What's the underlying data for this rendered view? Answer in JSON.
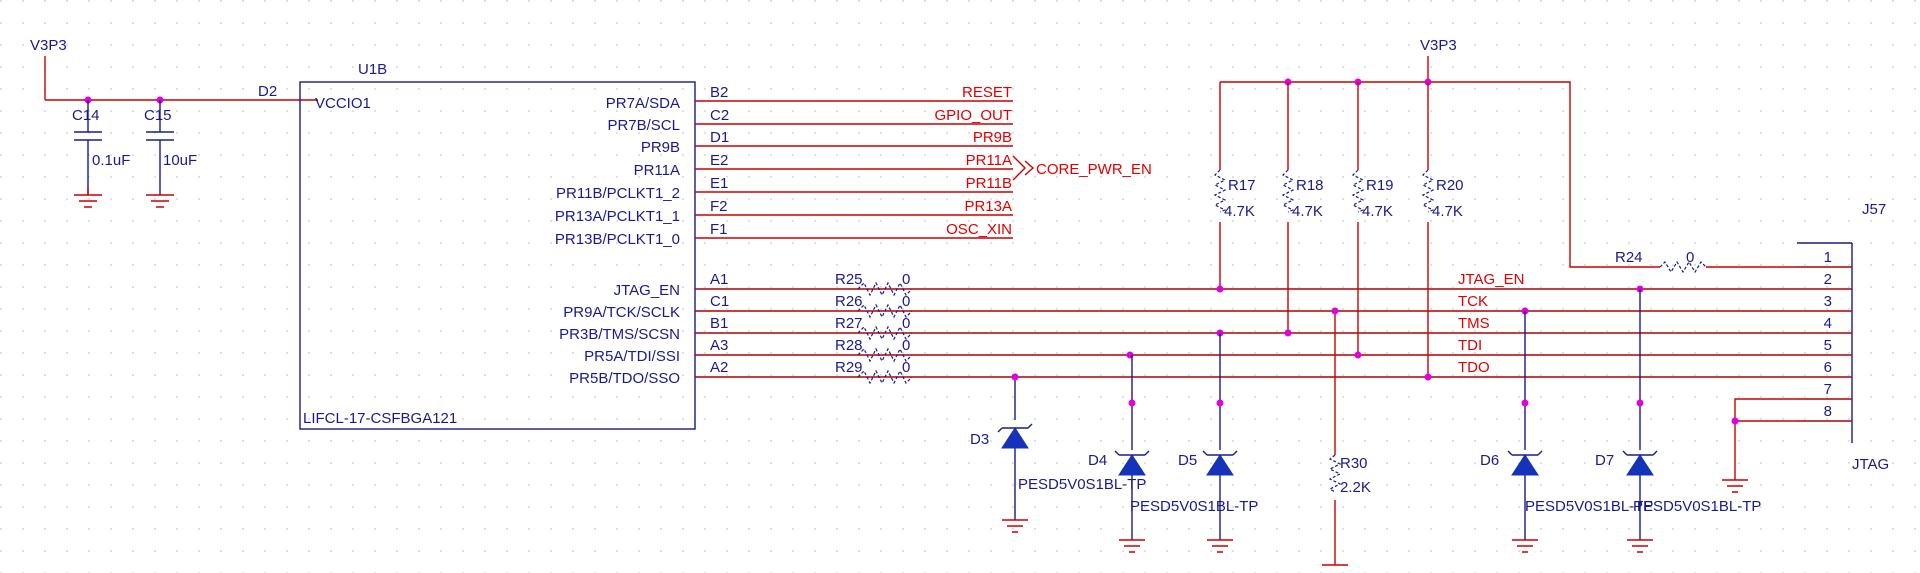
{
  "power": {
    "left_rail": "V3P3",
    "right_rail": "V3P3"
  },
  "capacitors": [
    {
      "ref": "C14",
      "value": "0.1uF"
    },
    {
      "ref": "C15",
      "value": "10uF"
    }
  ],
  "nodes": {
    "d2": "D2"
  },
  "ic": {
    "ref": "U1B",
    "part": "LIFCL-17-CSFBGA121",
    "power_pin": "VCCIO1",
    "pins": [
      {
        "name": "PR7A/SDA",
        "ball": "B2",
        "net": "RESET"
      },
      {
        "name": "PR7B/SCL",
        "ball": "C2",
        "net": "GPIO_OUT"
      },
      {
        "name": "PR9B",
        "ball": "D1",
        "net": "PR9B"
      },
      {
        "name": "PR11A",
        "ball": "E2",
        "net": "PR11A"
      },
      {
        "name": "PR11B/PCLKT1_2",
        "ball": "E1",
        "net": "PR11B"
      },
      {
        "name": "PR13A/PCLKT1_1",
        "ball": "F2",
        "net": "PR13A"
      },
      {
        "name": "PR13B/PCLKT1_0",
        "ball": "F1",
        "net": "OSC_XIN"
      }
    ],
    "jtag_pins": [
      {
        "name": "JTAG_EN",
        "ball": "A1",
        "res": "R25",
        "val": "0",
        "net": "JTAG_EN"
      },
      {
        "name": "PR9A/TCK/SCLK",
        "ball": "C1",
        "res": "R26",
        "val": "0",
        "net": "TCK"
      },
      {
        "name": "PR3B/TMS/SCSN",
        "ball": "B1",
        "res": "R27",
        "val": "0",
        "net": "TMS"
      },
      {
        "name": "PR5A/TDI/SSI",
        "ball": "A3",
        "res": "R28",
        "val": "0",
        "net": "TDI"
      },
      {
        "name": "PR5B/TDO/SSO",
        "ball": "A2",
        "res": "R29",
        "val": "0",
        "net": "TDO"
      }
    ]
  },
  "core_pwr_port": "CORE_PWR_EN",
  "pullups": [
    {
      "ref": "R17",
      "value": "4.7K"
    },
    {
      "ref": "R18",
      "value": "4.7K"
    },
    {
      "ref": "R19",
      "value": "4.7K"
    },
    {
      "ref": "R20",
      "value": "4.7K"
    }
  ],
  "r24": {
    "ref": "R24",
    "value": "0"
  },
  "r30": {
    "ref": "R30",
    "value": "2.2K"
  },
  "diodes": [
    {
      "ref": "D3",
      "part": ""
    },
    {
      "ref": "D4",
      "part": "PESD5V0S1BL-TP"
    },
    {
      "ref": "D5",
      "part": "PESD5V0S1BL-TP"
    },
    {
      "ref": "D6",
      "part": "PESD5V0S1BL-TP"
    },
    {
      "ref": "D7",
      "part": "PESD5V0S1BL-TP"
    }
  ],
  "connector": {
    "ref": "J57",
    "name": "JTAG",
    "pins": [
      "1",
      "2",
      "3",
      "4",
      "5",
      "6",
      "7",
      "8"
    ]
  }
}
